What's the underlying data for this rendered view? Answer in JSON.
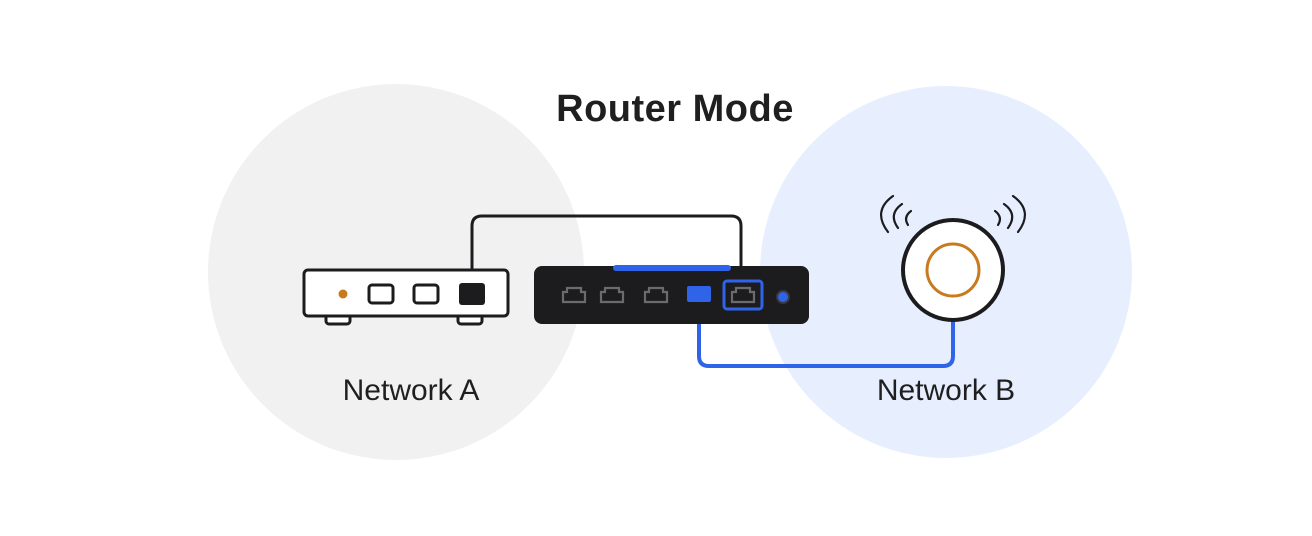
{
  "title": "Router Mode",
  "networks": [
    {
      "label": "Network A"
    },
    {
      "label": "Network B"
    }
  ],
  "colors": {
    "network_a_bg": "#f1f1f1",
    "network_b_bg": "#e7efff",
    "accent_blue": "#2f63e8",
    "router_body": "#1c1c1e",
    "port_outline": "#6b6b6e",
    "cable_black": "#1c1c1e",
    "led_orange": "#c87a1e",
    "ring_orange": "#c87a1e"
  },
  "icons": [
    "modem-icon",
    "router-icon",
    "access-point-icon",
    "wifi-waves-icon",
    "ethernet-port-icon"
  ]
}
